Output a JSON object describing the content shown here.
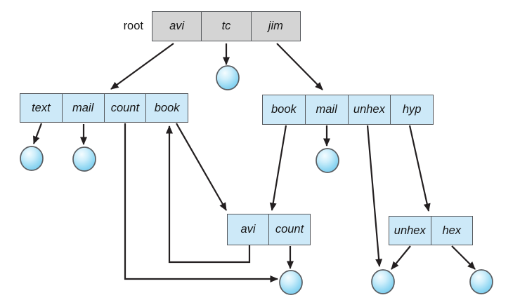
{
  "figure": {
    "root_label": "root",
    "tables": {
      "root": {
        "cells": [
          "avi",
          "tc",
          "jim"
        ]
      },
      "dir_avi": {
        "cells": [
          "text",
          "mail",
          "count",
          "book"
        ]
      },
      "dir_jim": {
        "cells": [
          "book",
          "mail",
          "unhex",
          "hyp"
        ]
      },
      "dir_book": {
        "cells": [
          "avi",
          "count"
        ]
      },
      "dir_hyp": {
        "cells": [
          "unhex",
          "hex"
        ]
      }
    },
    "files": [
      "tc-file",
      "text-file",
      "mail-file-left",
      "mail-file-right",
      "count-file",
      "unhex-file",
      "hex-file"
    ],
    "edges": [
      {
        "from": "root.avi",
        "to": "dir-avi"
      },
      {
        "from": "root.tc",
        "to": "tc-file"
      },
      {
        "from": "root.jim",
        "to": "dir-jim"
      },
      {
        "from": "dir-avi.text",
        "to": "text-file"
      },
      {
        "from": "dir-avi.mail",
        "to": "mail-file-left"
      },
      {
        "from": "dir-avi.count",
        "to": "count-file"
      },
      {
        "from": "dir-avi.book",
        "to": "dir-book"
      },
      {
        "from": "dir-book.avi",
        "to": "dir-avi.book"
      },
      {
        "from": "dir-book.count",
        "to": "count-file"
      },
      {
        "from": "dir-jim.book",
        "to": "dir-book"
      },
      {
        "from": "dir-jim.mail",
        "to": "mail-file-right"
      },
      {
        "from": "dir-jim.unhex",
        "to": "unhex-file"
      },
      {
        "from": "dir-jim.hyp",
        "to": "dir-hyp"
      },
      {
        "from": "dir-hyp.unhex",
        "to": "unhex-file"
      },
      {
        "from": "dir-hyp.hex",
        "to": "hex-file"
      }
    ],
    "colors": {
      "root_fill": "#d4d4d4",
      "dir_fill": "#cde9f8",
      "border": "#55585c",
      "arrow": "#231f20",
      "text_color": "#161616",
      "bg": "#ffffff",
      "file_g1": "#f4fcff",
      "file_g2": "#cdeefb",
      "file_g3": "#93d8f3",
      "file_g4": "#72c8ec"
    }
  }
}
